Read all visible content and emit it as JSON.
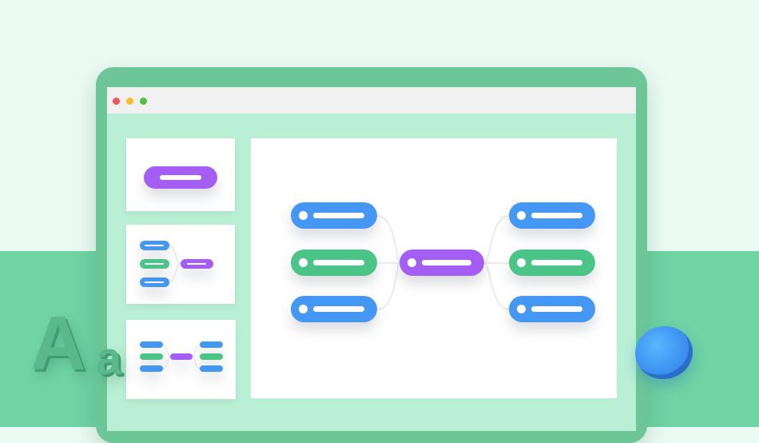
{
  "window": {
    "controls": [
      "close",
      "minimize",
      "maximize"
    ]
  },
  "sidebar": {
    "thumbnails": [
      {
        "name": "single-topic-thumbnail"
      },
      {
        "name": "one-side-map-thumbnail"
      },
      {
        "name": "two-side-map-thumbnail"
      }
    ]
  },
  "mind_map": {
    "central_topic": {
      "color": "#a45ef3"
    },
    "left_topics": [
      {
        "color": "#4497f3"
      },
      {
        "color": "#4bc488"
      },
      {
        "color": "#4497f3"
      }
    ],
    "right_topics": [
      {
        "color": "#4497f3"
      },
      {
        "color": "#4bc488"
      },
      {
        "color": "#4497f3"
      }
    ]
  },
  "decorations": {
    "font_icon": {
      "upper": "A",
      "lower": "a"
    },
    "disc_color": "#3b8fee"
  },
  "colors": {
    "background": "#ecfaf4",
    "ground": "#6fd3a4",
    "laptop_frame": "#6cc698",
    "blue": "#4497f3",
    "green": "#4bc488",
    "purple": "#a45ef3"
  }
}
